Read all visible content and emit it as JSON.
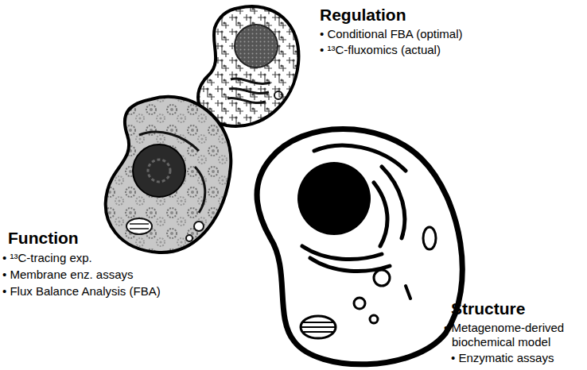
{
  "diagram": {
    "labels": [
      "Regulation",
      "• Conditional FBA (optimal)",
      "• ¹³C-fluxomics (actual)",
      "Function",
      "• ¹³C-tracing exp.",
      "• Membrane enz. assays",
      "• Flux Balance Analysis (FBA)",
      "Structure",
      "• Metagenome-derived biochemical model",
      "• Enzymatic assays"
    ]
  }
}
